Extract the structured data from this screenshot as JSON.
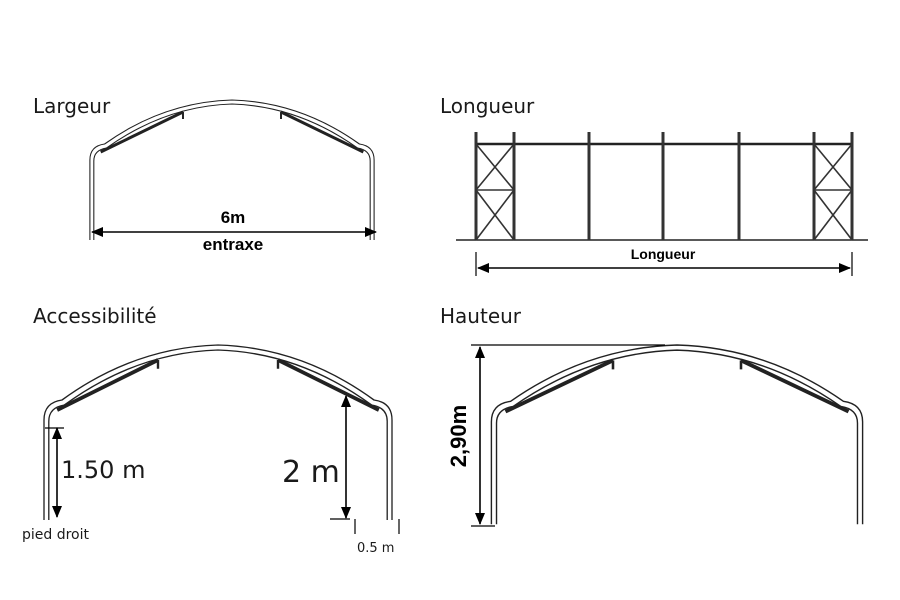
{
  "panels": {
    "largeur": {
      "title": "Largeur",
      "dimension_value": "6m",
      "dimension_note": "entraxe"
    },
    "longueur": {
      "title": "Longueur",
      "dimension_label": "Longueur"
    },
    "accessibilite": {
      "title": "Accessibilité",
      "side_height": "1.50 m",
      "side_caption": "pied droit",
      "inner_height": "2 m",
      "inner_offset": "0.5 m"
    },
    "hauteur": {
      "title": "Hauteur",
      "height_value": "2,90m"
    }
  },
  "colors": {
    "line": "#000000",
    "frame": "#333333",
    "background": "#ffffff"
  }
}
